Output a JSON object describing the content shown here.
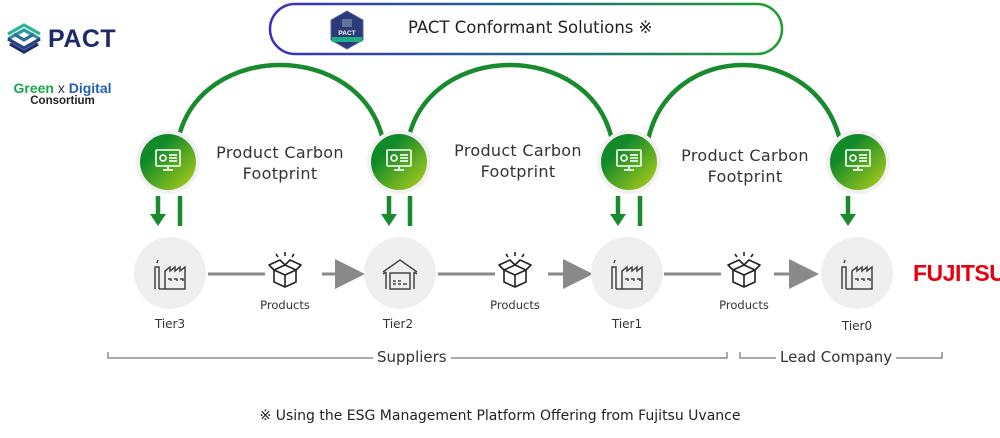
{
  "logos": {
    "pact": "PACT",
    "consortium_line1_green": "Green",
    "consortium_line1_x": "x",
    "consortium_line1_blue": "Digital",
    "consortium_line2": "Consortium",
    "fujitsu": "FUJITSU",
    "badge_label": "PACT"
  },
  "banner": {
    "title": "PACT Conformant Solutions ※"
  },
  "pcf_labels": [
    {
      "line1": "Product Carbon",
      "line2": "Footprint"
    },
    {
      "line1": "Product Carbon",
      "line2": "Footprint"
    },
    {
      "line1": "Product Carbon",
      "line2": "Footprint"
    }
  ],
  "tiers": [
    {
      "label": "Tier3",
      "icon": "factory-icon"
    },
    {
      "label": "Tier2",
      "icon": "warehouse-icon"
    },
    {
      "label": "Tier1",
      "icon": "factory-icon"
    },
    {
      "label": "Tier0",
      "icon": "factory-icon"
    }
  ],
  "products": [
    {
      "label": "Products",
      "icon": "open-box-icon"
    },
    {
      "label": "Products",
      "icon": "open-box-icon"
    },
    {
      "label": "Products",
      "icon": "open-box-icon"
    }
  ],
  "groups": {
    "suppliers": "Suppliers",
    "lead_company": "Lead Company"
  },
  "footnote": "※  Using the ESG Management Platform Offering from Fujitsu Uvance",
  "colors": {
    "green": "#1a8a2e",
    "navy": "#1e2a6e",
    "fujitsu_red": "#e60012",
    "gray_line": "#8a8a8a",
    "tier_bg": "#efefef"
  }
}
